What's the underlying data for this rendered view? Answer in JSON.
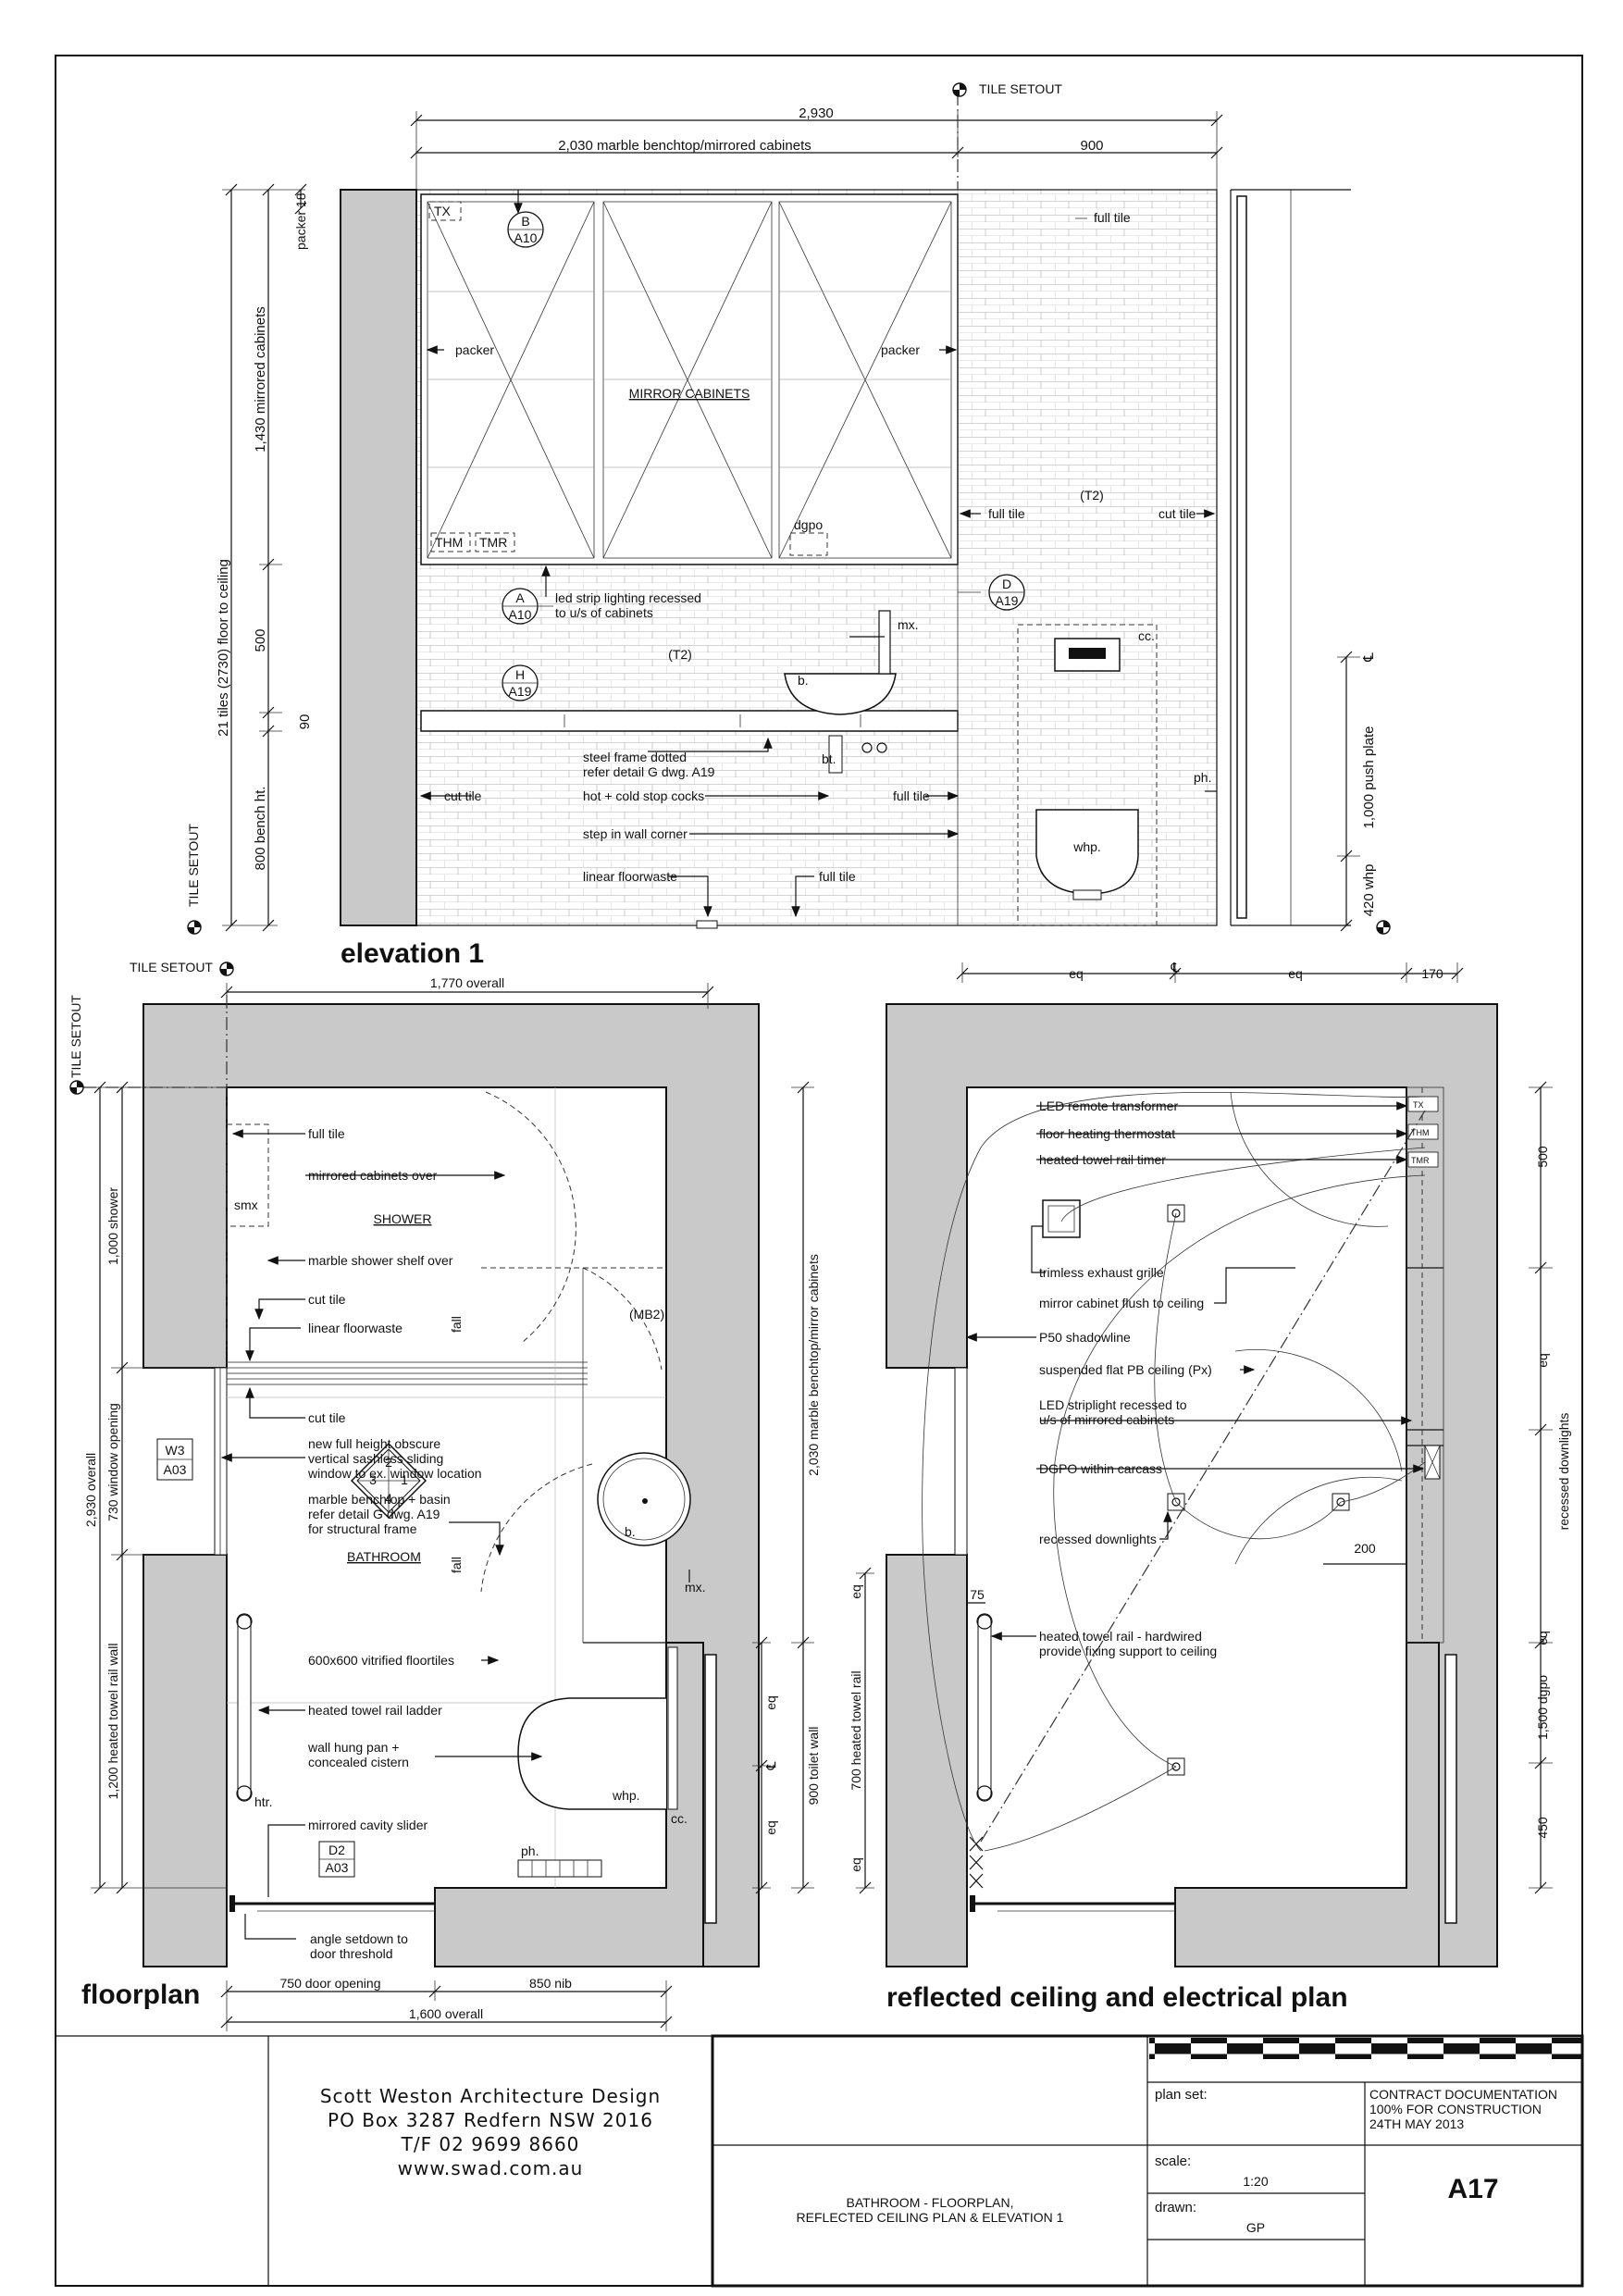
{
  "sheet": {
    "tile_setout": "TILE SETOUT",
    "elevation_title": "elevation 1",
    "floorplan_title": "floorplan",
    "rcp_title": "reflected ceiling and electrical plan"
  },
  "elevation": {
    "dims": {
      "overall": "2,930",
      "bench": "2,030 marble benchtop/mirrored cabinets",
      "right": "900",
      "packer": "packer 18",
      "floor_to_ceiling": "21 tiles (2730) floor to ceiling",
      "mirrored_cabinets": "1,430 mirrored cabinets",
      "d500": "500",
      "d90": "90",
      "bench_ht": "800 bench ht.",
      "push_plate": "1,000 push plate",
      "whp": "420 whp",
      "cl": "℄"
    },
    "tags": {
      "b_top": "B",
      "b_bot": "A10",
      "a_top": "A",
      "a_bot": "A10",
      "h_top": "H",
      "h_bot": "A19",
      "d_top": "D",
      "d_bot": "A19"
    },
    "labels": {
      "tx": "TX",
      "thm": "THM",
      "tmr": "TMR",
      "full_tile_top": "full tile",
      "packer_l": "packer",
      "packer_r": "packer",
      "mirror_cabinets": "MIRROR CABINETS",
      "t2a": "(T2)",
      "t2b": "(T2)",
      "full_tile_mid": "full tile",
      "cut_tile_r": "cut tile",
      "dgpo": "dgpo",
      "led1": "led strip lighting recessed",
      "led2": "to u/s of cabinets",
      "mx": "mx.",
      "b": "b.",
      "cc": "cc.",
      "steel1": "steel frame dotted",
      "steel2": "refer detail G dwg. A19",
      "bt": "bt.",
      "cut_tile_l": "cut tile",
      "stop_cocks": "hot + cold stop cocks",
      "full_tile_r": "full tile",
      "step": "step in wall corner",
      "floorwaste": "linear floorwaste",
      "full_tile_b": "full tile",
      "ph": "ph.",
      "whp": "whp."
    }
  },
  "floorplan": {
    "dims": {
      "overall_w": "1,770 overall",
      "shower": "1,000 shower",
      "window": "730 window opening",
      "overall_h": "2,930 overall",
      "towel": "1,200 heated towel rail wall",
      "bench": "2,030 marble benchtop/mirror cabinets",
      "eq1": "eq",
      "cl": "℄",
      "eq2": "eq",
      "toilet": "900 toilet wall",
      "door": "750 door opening",
      "nib": "850 nib",
      "overall_b": "1,600 overall"
    },
    "labels": {
      "full_tile": "full tile",
      "mirrored_over": "mirrored cabinets over",
      "smx": "smx",
      "shower": "SHOWER",
      "shelf": "marble shower shelf over",
      "cut_tile": "cut tile",
      "floorwaste": "linear floorwaste",
      "fall1": "fall",
      "mb2": "(MB2)",
      "cut_tile2": "cut tile",
      "window1": "new full height obscure",
      "window2": "vertical sashless sliding",
      "window3": "window to ex. window location",
      "w3": "W3",
      "a03a": "A03",
      "bench1": "marble benchtop + basin",
      "bench2": "refer detail G dwg. A19",
      "bench3": "for structural frame",
      "bathroom": "BATHROOM",
      "fall2": "fall",
      "b": "b.",
      "mx": "mx.",
      "n1": "1",
      "n2": "2",
      "n3": "3",
      "n4": "4",
      "tiles": "600x600 vitrified floortiles",
      "towel": "heated towel rail ladder",
      "pan1": "wall hung pan +",
      "pan2": "concealed cistern",
      "htr": "htr.",
      "whp": "whp.",
      "cc": "cc.",
      "slider": "mirrored cavity slider",
      "d2": "D2",
      "a03b": "A03",
      "ph": "ph.",
      "setdown1": "angle setdown to",
      "setdown2": "door threshold"
    }
  },
  "rcp": {
    "dims": {
      "eq1": "eq",
      "cl": "℄",
      "eq2": "eq",
      "d170": "170",
      "d500": "500",
      "eq3": "eq",
      "recessed": "recessed downlights",
      "eq4": "eq",
      "dgpo": "1,500 dgpo",
      "d450": "450",
      "d200": "200",
      "d75": "75",
      "eq5": "eq",
      "towel": "700 heated towel rail",
      "eq6": "eq"
    },
    "labels": {
      "tx": "TX",
      "thm": "THM",
      "tmr": "TMR",
      "led_tx": "LED remote transformer",
      "floor_thm": "floor heating thermostat",
      "towel_timer": "heated towel rail timer",
      "exhaust": "trimless exhaust grille",
      "mirror_flush": "mirror cabinet flush to ceiling",
      "p50": "P50 shadowline",
      "ceiling": "suspended flat PB ceiling (Px)",
      "led1": "LED striplight recessed to",
      "led2": "u/s of mirrored cabinets",
      "dgpo": "DGPO within carcass",
      "downlights": "recessed downlights",
      "towel1": "heated towel rail - hardwired",
      "towel2": "provide fixing support to ceiling"
    }
  },
  "titleblock": {
    "firm1": "Scott Weston Architecture Design",
    "firm2": "PO Box 3287 Redfern NSW 2016",
    "firm3": "T/F 02 9699 8660",
    "firm4": "www.swad.com.au",
    "title1": "BATHROOM - FLOORPLAN,",
    "title2": "REFLECTED CEILING PLAN & ELEVATION 1",
    "plan_set_label": "plan set:",
    "status1": "CONTRACT DOCUMENTATION",
    "status2": "100% FOR CONSTRUCTION",
    "status3": "24TH MAY 2013",
    "scale_label": "scale:",
    "scale": "1:20",
    "drawn_label": "drawn:",
    "drawn": "GP",
    "sheet_no": "A17"
  }
}
